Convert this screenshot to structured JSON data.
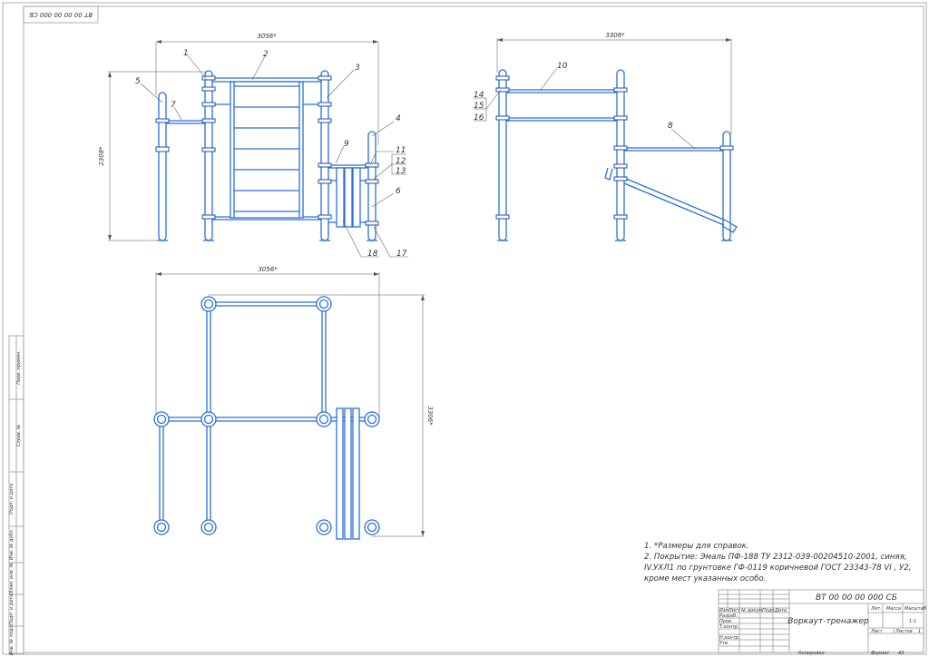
{
  "sheet": {
    "mirror_code": "BT 00 00 00 000 СБ",
    "notes": [
      "1. *Размеры для справок.",
      "2. Покрытие: Эмаль ПФ-188  ТУ  2312-039-00204510-2001,  синяя,",
      "IV.УХЛ1 по грунтовке ГФ-0119 коричневой  ГОСТ 23343-78 VI , У2,",
      "кроме мест указанных особо."
    ],
    "colors": {
      "pipe": "#2a6fdb",
      "clamp": "#1f4fa8",
      "frame": "#999999"
    }
  },
  "dimensions": {
    "front_width": "3056*",
    "front_height": "2308*",
    "side_width": "3306*",
    "plan_width": "3056*",
    "plan_height": "3306*"
  },
  "callouts": {
    "front": [
      "1",
      "2",
      "3",
      "4",
      "5",
      "6",
      "7",
      "9",
      "11",
      "12",
      "13",
      "17",
      "18"
    ],
    "side": [
      "8",
      "10",
      "14",
      "15",
      "16"
    ]
  },
  "title_block": {
    "code": "BT 00 00 00 000 СБ",
    "name": "Воркаут-тренажер",
    "col_lit": "Лит.",
    "col_mass": "Масса",
    "col_scale": "Масштаб",
    "scale": "1:1",
    "sheet": "Лист",
    "sheets": "Листов",
    "sheets_count": "1",
    "rev_headers": [
      "Изм.",
      "Лист",
      "№ докум.",
      "Подп.",
      "Дата"
    ],
    "roles": [
      "Разраб.",
      "Пров.",
      "Т.контр.",
      "",
      "Н.контр.",
      "Утв."
    ],
    "copied": "Копировал",
    "format_label": "Формат",
    "format": "А3"
  },
  "side_strip": [
    "Перв. примен.",
    "Справ. №",
    "Подп. и дата",
    "Инв. № дубл.",
    "Взам. инв. №",
    "Подп. и дата",
    "Инв. № подл."
  ]
}
